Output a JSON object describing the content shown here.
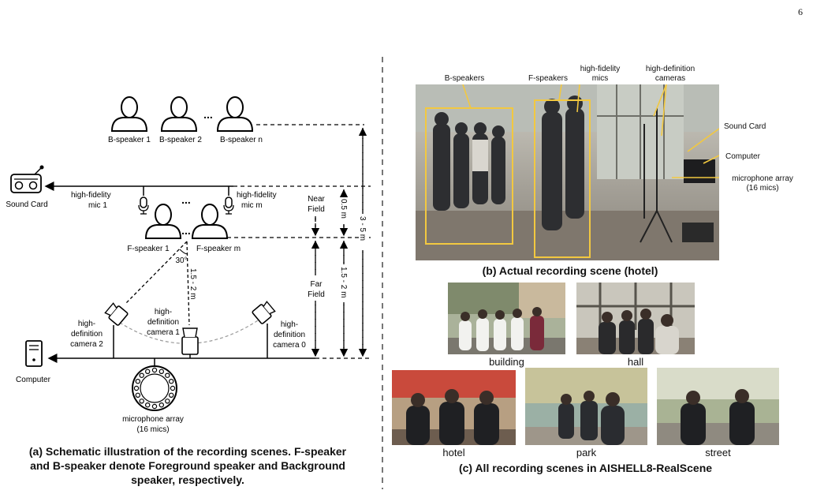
{
  "page_number": "6",
  "diagram": {
    "b_speakers": [
      "B-speaker 1",
      "B-speaker 2",
      "B-speaker n"
    ],
    "ellipsis": "...",
    "sound_card": "Sound Card",
    "mic1": [
      "high-fidelity",
      "mic 1"
    ],
    "micm": [
      "high-fidelity",
      "mic m"
    ],
    "f_speaker_1": "F-speaker 1",
    "f_speaker_m": "F-speaker m",
    "angle": "30°",
    "cam1_distance": "1.5 - 2 m",
    "cam2": [
      "high-",
      "definition",
      "camera 2"
    ],
    "cam1": [
      "high-",
      "definition",
      "camera 1"
    ],
    "cam0": [
      "high-",
      "definition",
      "camera 0"
    ],
    "computer": "Computer",
    "mic_array": [
      "microphone array",
      "(16 mics)"
    ],
    "near_field": [
      "Near",
      "Field"
    ],
    "far_field": [
      "Far",
      "Field"
    ],
    "dist_near": "0.5 m",
    "dist_far": "1.5 - 2 m",
    "dist_total": "3 - 5 m"
  },
  "caption_a": [
    "(a) Schematic illustration of the recording scenes. F-speaker",
    "and B-speaker denote Foreground speaker and Background",
    "speaker, respectively."
  ],
  "photo_b": {
    "b_speakers": "B-speakers",
    "f_speakers": "F-speakers",
    "hifi_mics": [
      "high-fidelity",
      "mics"
    ],
    "hd_cameras": [
      "high-definition",
      "cameras"
    ],
    "sound_card": "Sound Card",
    "computer": "Computer",
    "mic_array": [
      "microphone array",
      "(16 mics)"
    ]
  },
  "caption_b": "(b) Actual recording scene (hotel)",
  "scenes": [
    "building",
    "hall",
    "hotel",
    "park",
    "street"
  ],
  "caption_c": "(c) All recording scenes in AISHELL8-RealScene",
  "colors": {
    "annotation": "#f2c840",
    "line": "#000000",
    "dash_arc": "#999999"
  }
}
